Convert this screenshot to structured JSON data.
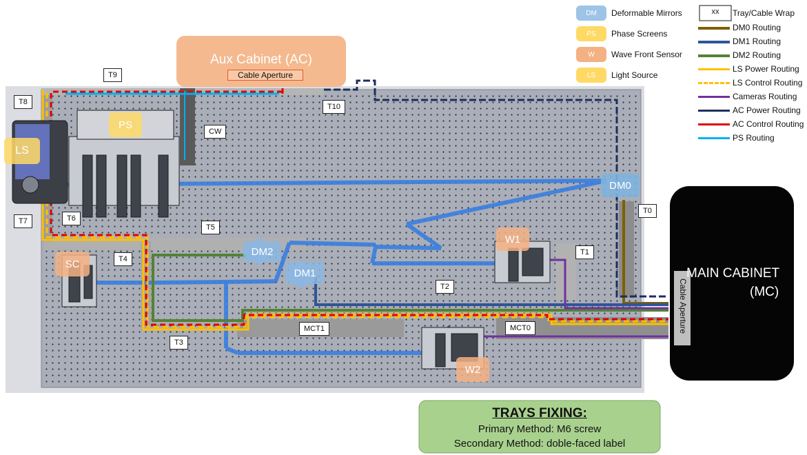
{
  "aux_cabinet": {
    "title": "Aux Cabinet (AC)",
    "aperture": "Cable Aperture"
  },
  "main_cabinet": {
    "title_line1": "MAIN CABINET",
    "title_line2": "(MC)",
    "aperture": "Cable Aperture"
  },
  "component_legend": [
    {
      "code": "DM",
      "label": "Deformable Mirrors",
      "color": "#9dc3e6"
    },
    {
      "code": "PS",
      "label": "Phase Screens",
      "color": "#ffd966"
    },
    {
      "code": "W",
      "label": "Wave Front Sensor",
      "color": "#f4b183"
    },
    {
      "code": "LS",
      "label": "Light Source",
      "color": "#ffd966"
    }
  ],
  "routing_legend": {
    "tray_code": "xx",
    "tray_label": "Tray/Cable Wrap",
    "items": [
      {
        "label": "DM0 Routing",
        "color": "#7f6000",
        "style": "solid"
      },
      {
        "label": "DM1 Routing",
        "color": "#2f5597",
        "style": "solid"
      },
      {
        "label": "DM2 Routing",
        "color": "#548235",
        "style": "solid"
      },
      {
        "label": "LS Power Routing",
        "color": "#ffc000",
        "style": "solid"
      },
      {
        "label": "LS Control Routing",
        "color": "#ffc000",
        "style": "dashed"
      },
      {
        "label": "Cameras Routing",
        "color": "#7030a0",
        "style": "solid"
      },
      {
        "label": "AC Power Routing",
        "color": "#1f2d5c",
        "style": "solid"
      },
      {
        "label": "AC Control Routing",
        "color": "#e00000",
        "style": "solid"
      },
      {
        "label": "PS Routing",
        "color": "#00b0f0",
        "style": "solid"
      }
    ]
  },
  "trays": [
    "T0",
    "T1",
    "T2",
    "T3",
    "T4",
    "T5",
    "T6",
    "T7",
    "T8",
    "T9",
    "T10",
    "CW",
    "MCT0",
    "MCT1"
  ],
  "components": {
    "dm0": "DM0",
    "dm1": "DM1",
    "dm2": "DM2",
    "w1": "W1",
    "w2": "W2",
    "ps": "PS",
    "ls": "LS",
    "sc": "SC"
  },
  "trays_fixing": {
    "title": "TRAYS FIXING:",
    "primary": "Primary Method: M6 screw",
    "secondary": "Secondary Method: doble-faced label"
  }
}
